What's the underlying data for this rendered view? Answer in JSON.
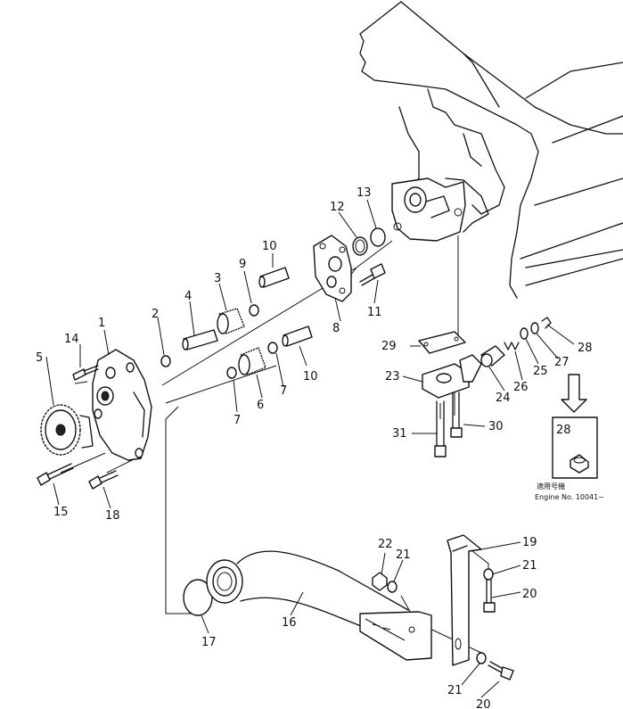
{
  "labels": {
    "p1": "1",
    "p2": "2",
    "p3": "3",
    "p4": "4",
    "p5": "5",
    "p6": "6",
    "p7a": "7",
    "p7b": "7",
    "p8": "8",
    "p9": "9",
    "p10a": "10",
    "p10b": "10",
    "p11": "11",
    "p12": "12",
    "p13": "13",
    "p14": "14",
    "p15": "15",
    "p16": "16",
    "p17": "17",
    "p18": "18",
    "p19": "19",
    "p20a": "20",
    "p20b": "20",
    "p21a": "21",
    "p21b": "21",
    "p21c": "21",
    "p22": "22",
    "p23": "23",
    "p24": "24",
    "p25": "25",
    "p26": "26",
    "p27": "27",
    "p28a": "28",
    "p28b": "28",
    "p29": "29",
    "p30": "30",
    "p31": "31"
  },
  "note": {
    "line1": "適用号機",
    "line2": "Engine  No.  10041~"
  }
}
